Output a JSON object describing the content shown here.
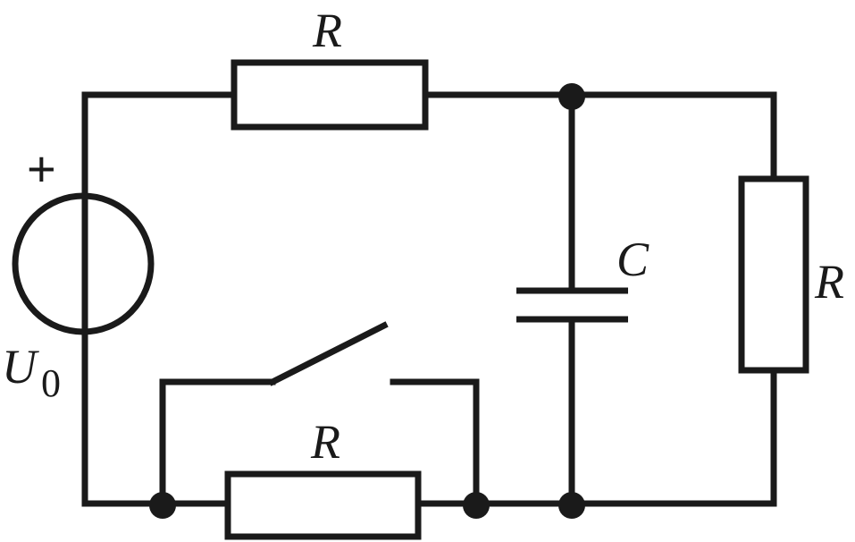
{
  "labels": {
    "top_resistor": "R",
    "bottom_resistor": "R",
    "right_resistor": "R",
    "capacitor": "C",
    "source_symbol": "U",
    "source_subscript": "0",
    "source_polarity": "+"
  },
  "colors": {
    "ink": "#1a1a1a",
    "background": "#ffffff"
  }
}
